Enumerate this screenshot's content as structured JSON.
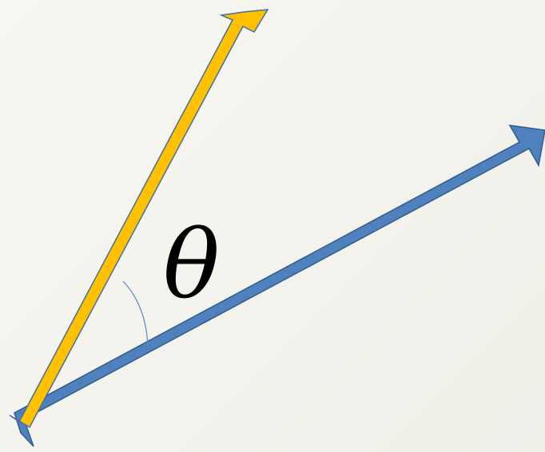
{
  "diagram": {
    "angle_label": "θ",
    "colors": {
      "background": "#f5f4ef",
      "vector_a_fill": "#ffc000",
      "vector_a_stroke": "#41719c",
      "vector_b_fill": "#4f81bd",
      "vector_b_stroke": "#2f5d8f",
      "angle_arc": "#5b86c2",
      "label": "#000000"
    },
    "vectors": [
      {
        "name": "vector-a",
        "color": "yellow"
      },
      {
        "name": "vector-b",
        "color": "blue"
      }
    ]
  }
}
